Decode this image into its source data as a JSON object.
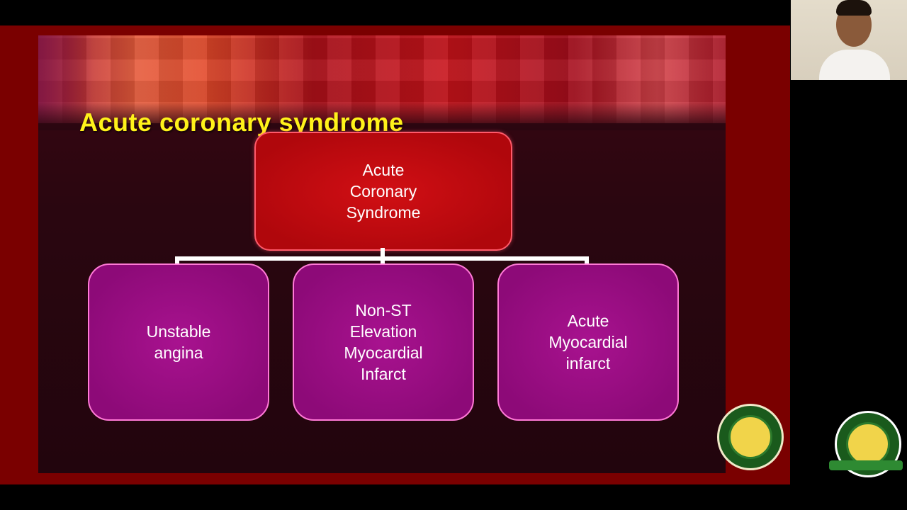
{
  "slide": {
    "title": "Acute coronary syndrome",
    "diagram": {
      "root": "Acute\nCoronary\nSyndrome",
      "children": [
        "Unstable\nangina",
        "Non-ST\nElevation\nMyocardial\nInfarct",
        "Acute\nMyocardial\ninfarct"
      ]
    }
  },
  "webcam": {
    "icon": "presenter-video"
  },
  "logos": {
    "slide_seal_icon": "university-seal-icon",
    "side_logo_icon": "university-logo-icon"
  }
}
